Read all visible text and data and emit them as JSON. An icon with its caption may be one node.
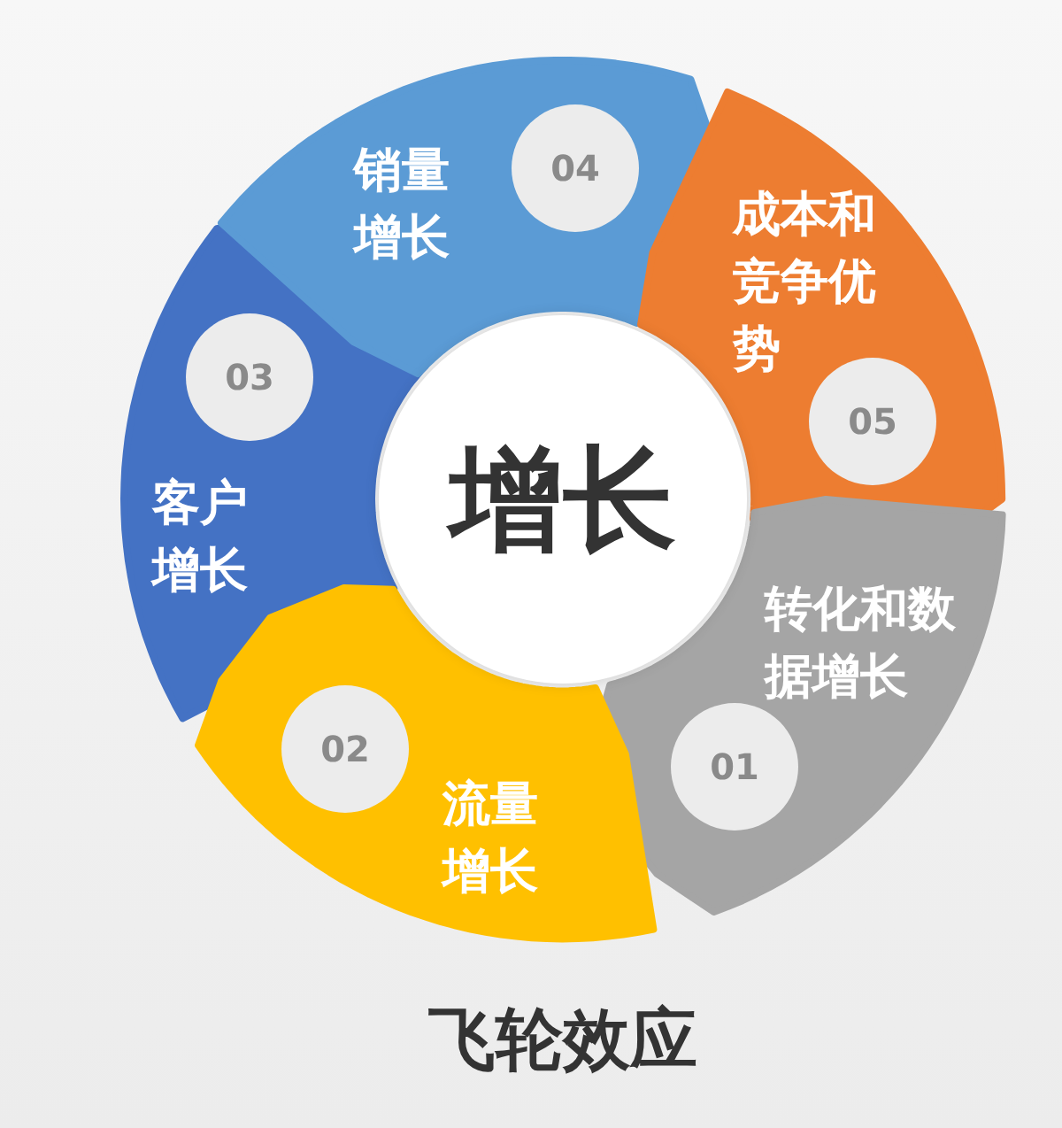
{
  "diagram": {
    "caption": "飞轮效应",
    "nodes": [
      {
        "text": [
          "增长"
        ]
      },
      {
        "text": [
          "转化和数据增长"
        ]
      },
      {
        "text": [
          "01"
        ],
        "in": 1
      },
      {
        "text": [
          "流量增长"
        ]
      },
      {
        "text": [
          "02"
        ],
        "in": 3
      },
      {
        "text": [
          "客户增长"
        ]
      },
      {
        "text": [
          "03"
        ],
        "in": 5
      },
      {
        "text": [
          "销量增长"
        ]
      },
      {
        "text": [
          "04"
        ],
        "in": 7
      },
      {
        "text": [
          "成本和竞争优势"
        ]
      },
      {
        "text": [
          "05"
        ],
        "in": 9
      }
    ]
  }
}
